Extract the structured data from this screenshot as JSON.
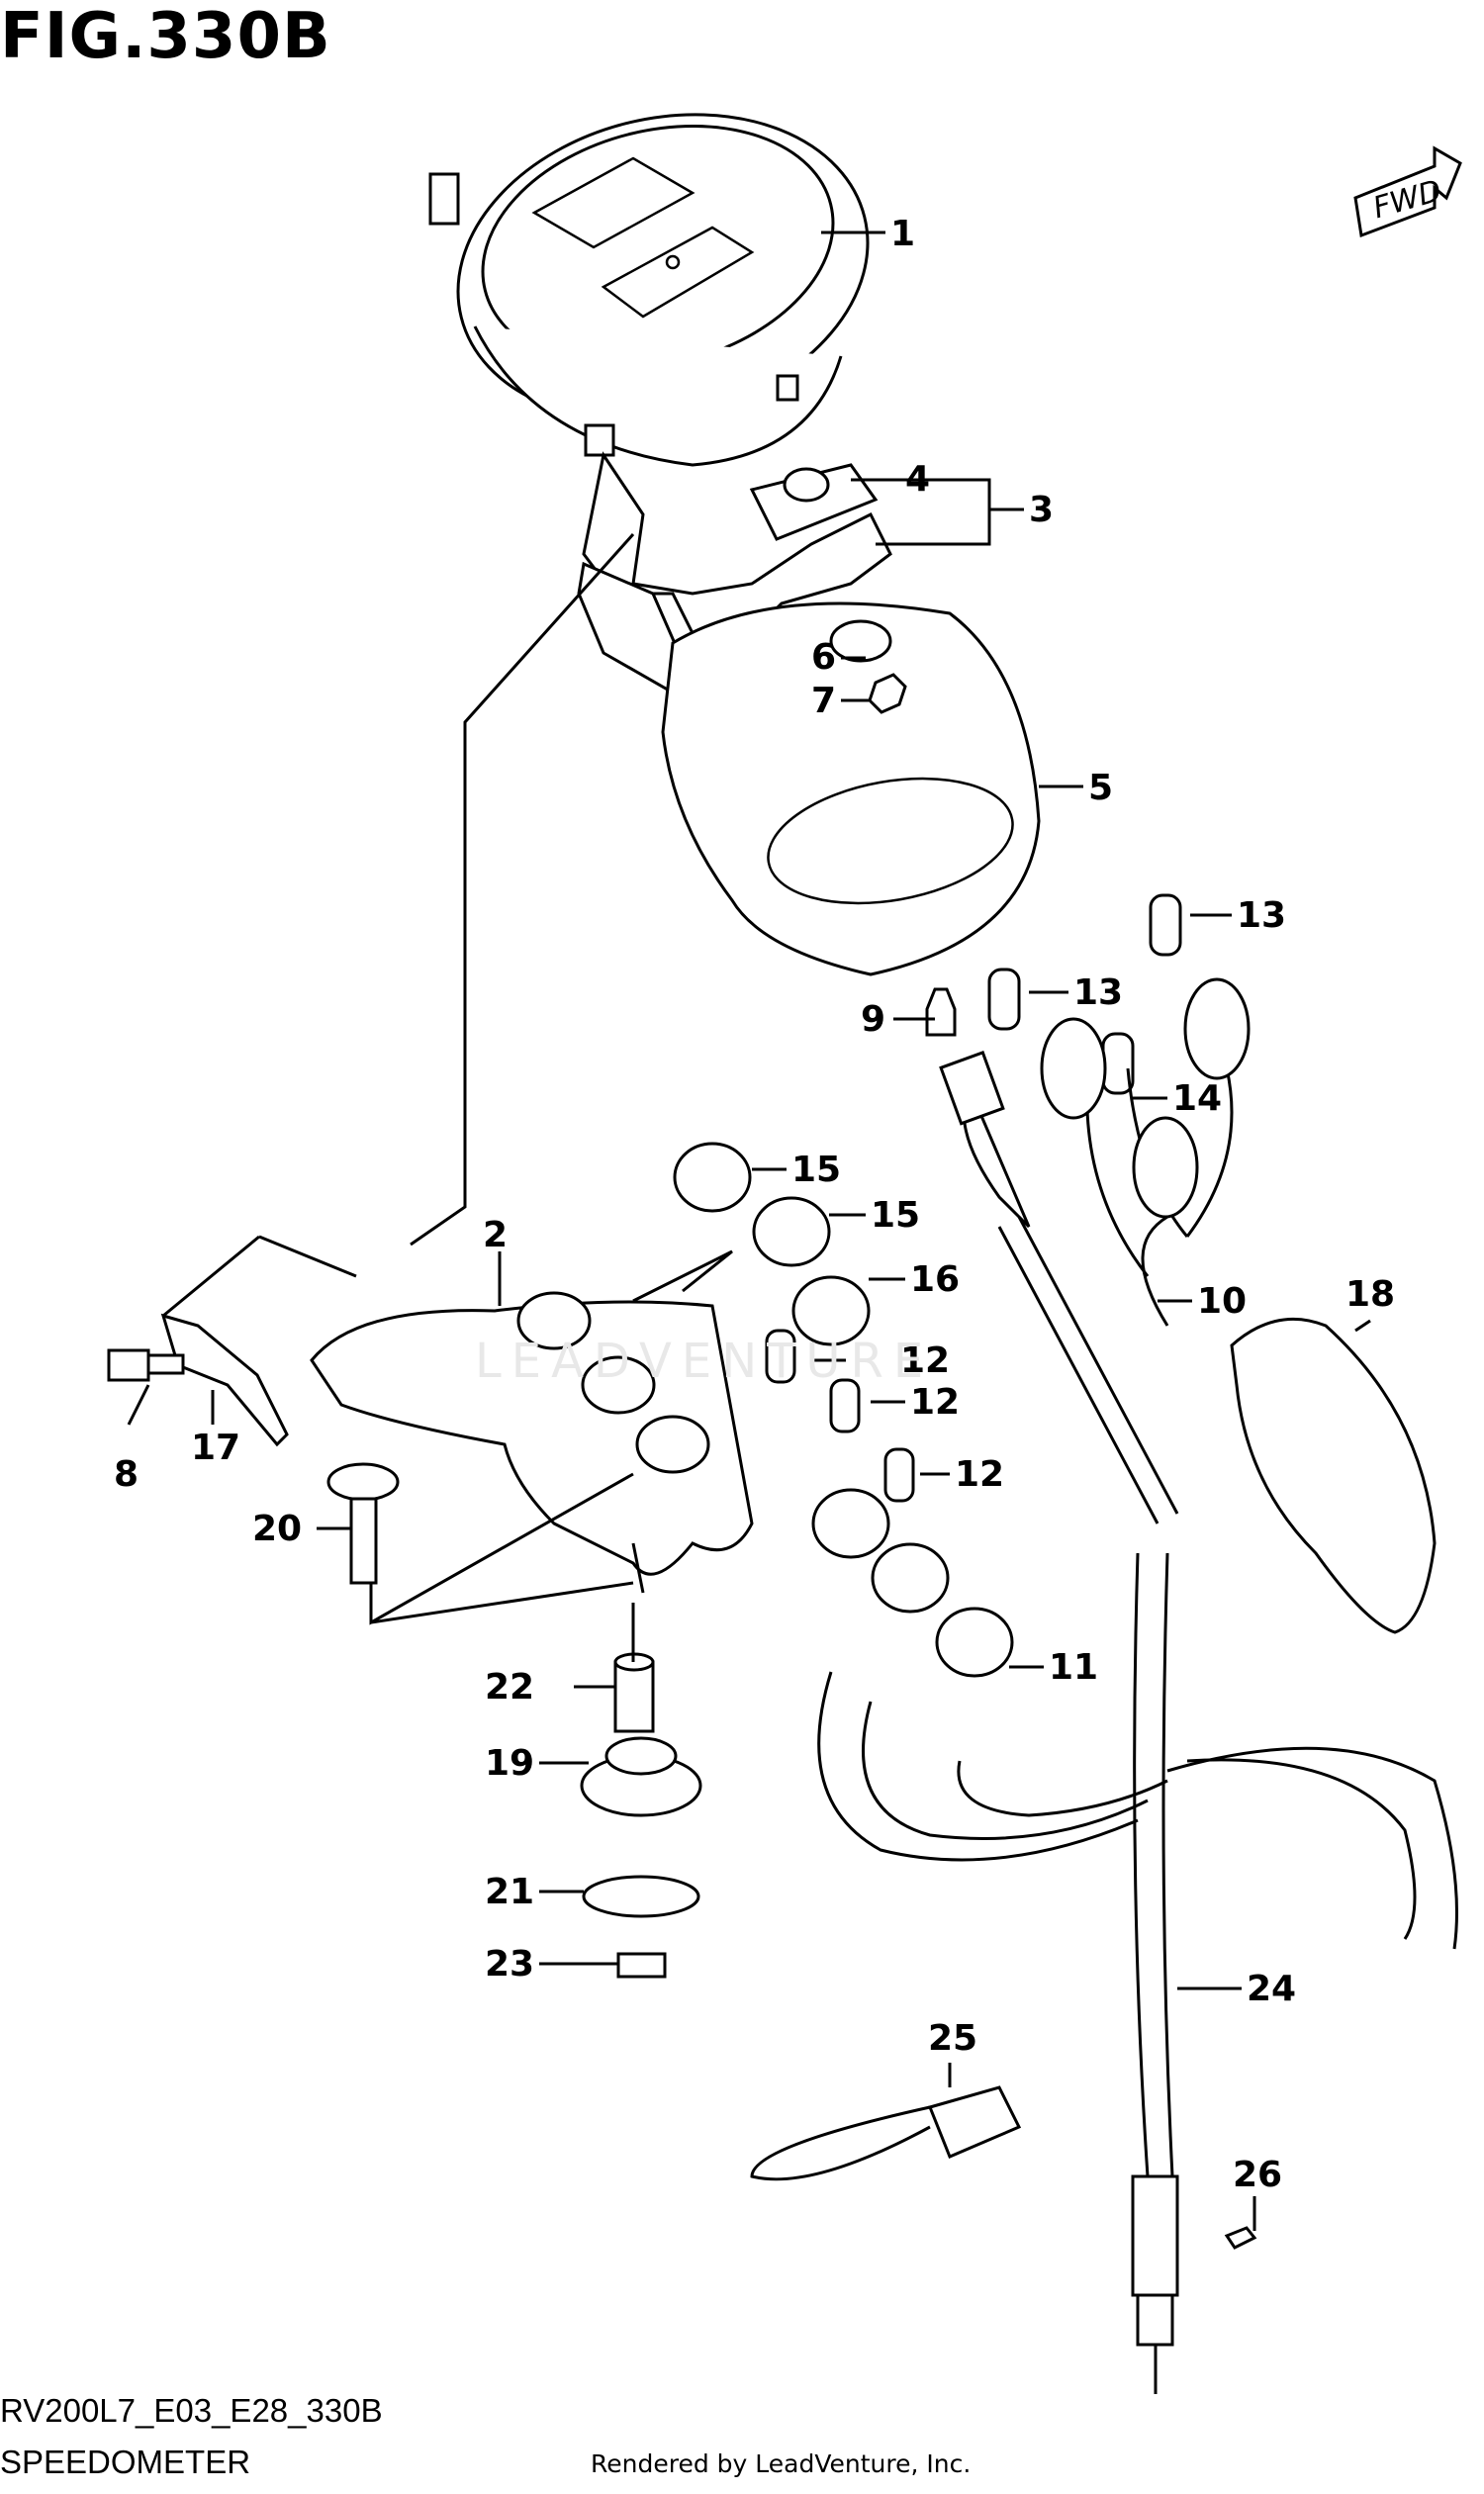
{
  "figure_title": "FIG.330B",
  "fwd_label": "FWD",
  "diagram_code": "RV200L7_E03_E28_330B",
  "caption": "SPEEDOMETER",
  "credit": "Rendered by LeadVenture, Inc.",
  "watermark": "LEADVENTURE",
  "callouts": [
    "1",
    "2",
    "3",
    "4",
    "5",
    "6",
    "7",
    "8",
    "9",
    "10",
    "11",
    "12",
    "12",
    "12",
    "13",
    "13",
    "14",
    "15",
    "15",
    "16",
    "17",
    "18",
    "19",
    "20",
    "21",
    "22",
    "23",
    "24",
    "25",
    "26"
  ]
}
